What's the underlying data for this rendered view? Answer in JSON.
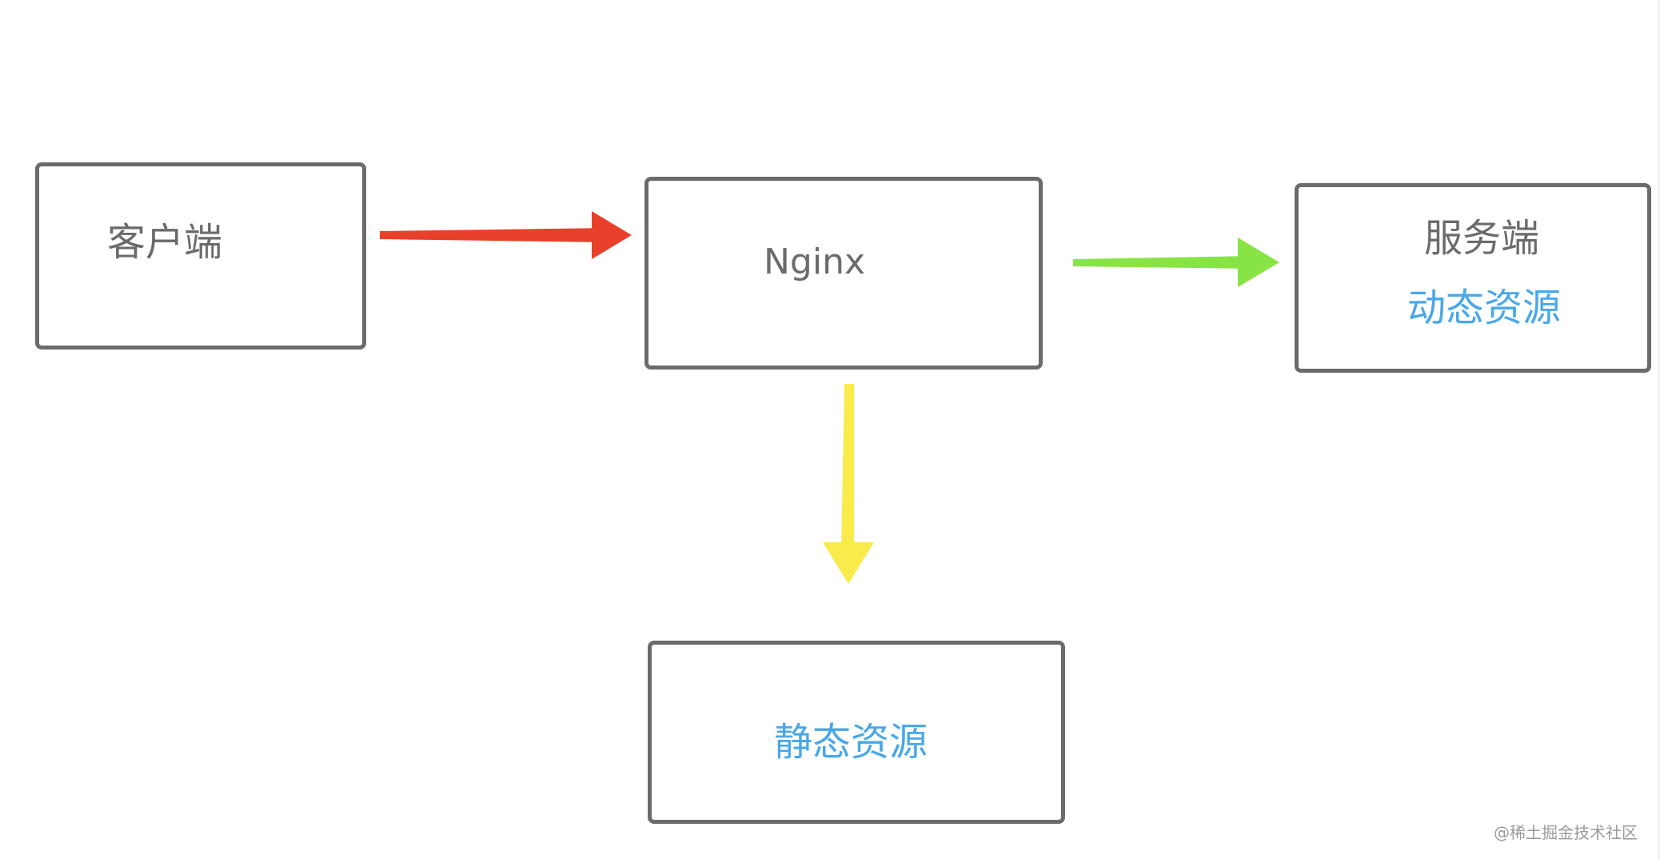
{
  "nodes": {
    "client": {
      "label": "客户端"
    },
    "nginx": {
      "label": "Nginx"
    },
    "server": {
      "label": "服务端",
      "sublabel": "动态资源"
    },
    "static": {
      "label": "静态资源"
    }
  },
  "edges": [
    {
      "from": "client",
      "to": "nginx",
      "color": "#e8402a"
    },
    {
      "from": "nginx",
      "to": "server",
      "color": "#88e444"
    },
    {
      "from": "nginx",
      "to": "static",
      "color": "#f9eb4b"
    }
  ],
  "colors": {
    "box_border": "#6b6b6b",
    "gray_text": "#6b6b6b",
    "blue_text": "#4aa8e8"
  },
  "watermark": "@稀土掘金技术社区"
}
